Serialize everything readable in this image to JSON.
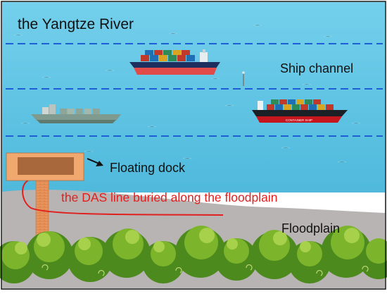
{
  "labels": {
    "river": "the Yangtze River",
    "ship_channel": "Ship channel",
    "floating_dock": "Floating dock",
    "das_line": "the DAS line buried along the floodplain",
    "floodplain": "Floodplain"
  },
  "ship_hull_text": "CONTAINER SHIP",
  "colors": {
    "river": "#5bc3e2",
    "channel_line": "#1f5fd6",
    "floodplain": "#b8b4b3",
    "dock": "#f0a86e",
    "dock_inner": "#a8683c",
    "das_line": "#e0201f",
    "trees": "#6ea326"
  }
}
